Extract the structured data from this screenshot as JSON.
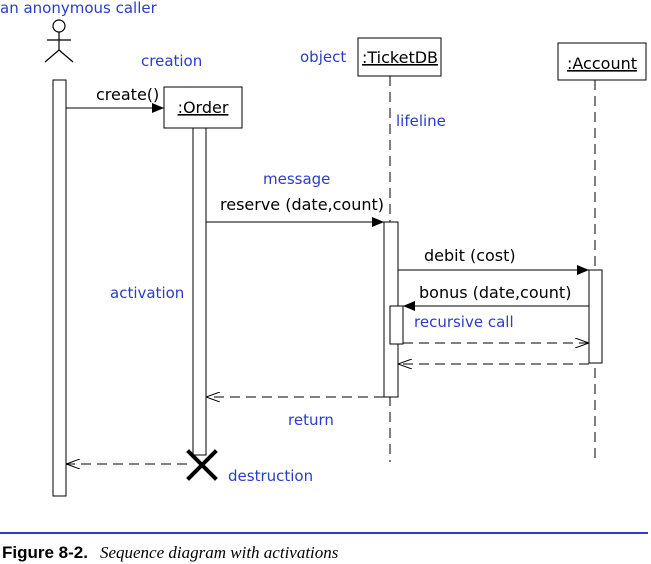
{
  "participants": {
    "caller": "an anonymous caller",
    "order": ":Order",
    "ticketdb": ":TicketDB",
    "account": ":Account"
  },
  "annotations": {
    "creation": "creation",
    "object": "object",
    "lifeline": "lifeline",
    "message": "message",
    "activation": "activation",
    "recursive_call": "recursive call",
    "return": "return",
    "destruction": "destruction"
  },
  "messages": {
    "create": "create()",
    "reserve": "reserve (date,count)",
    "debit": "debit (cost)",
    "bonus": "bonus (date,count)"
  },
  "caption": {
    "label": "Figure 8-2.",
    "text": "Sequence diagram with activations"
  },
  "colors": {
    "annotation": "#2a3cc8",
    "rule": "#2a3cc8",
    "ink": "#000000"
  }
}
